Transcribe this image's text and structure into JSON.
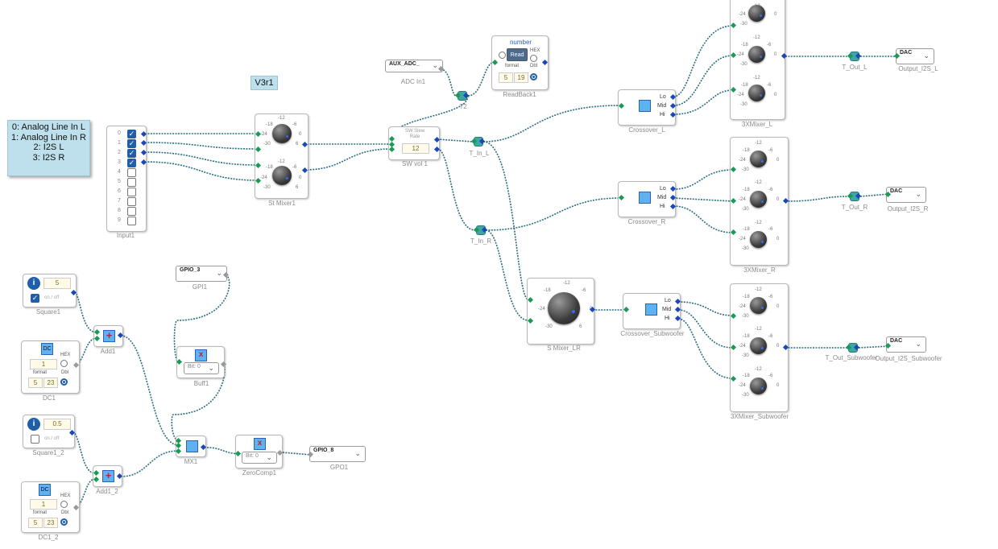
{
  "note": {
    "lines": [
      "0: Analog Line In L",
      "1: Analog Line In R",
      "2: I2S L",
      "3: I2S R"
    ]
  },
  "version_tag": "V3r1",
  "blocks": {
    "input": {
      "caption": "Input1",
      "channels": [
        "0",
        "1",
        "2",
        "3",
        "4",
        "5",
        "6",
        "7",
        "8",
        "9"
      ],
      "checked": [
        true,
        true,
        true,
        true,
        false,
        false,
        false,
        false,
        false,
        false
      ]
    },
    "st_mixer": {
      "caption": "St Mixer1"
    },
    "adc": {
      "value": "AUX_ADC_",
      "caption": "ADC In1"
    },
    "t2": {
      "caption": "T2"
    },
    "readback": {
      "title": "number",
      "read_label": "Read",
      "hex_label": "HEX",
      "format_label": "format",
      "dbl_label": "Dbl",
      "val_a": "5",
      "val_b": "19",
      "caption": "ReadBack1"
    },
    "sw_vol": {
      "label": "SW Slew Rate",
      "value": "12",
      "caption": "SW vol 1"
    },
    "t_in_l": {
      "caption": "T_In_L"
    },
    "t_in_r": {
      "caption": "T_In_R"
    },
    "crossover_l": {
      "caption": "Crossover_L",
      "outs": [
        "Lo",
        "Mid",
        "Hi"
      ]
    },
    "crossover_r": {
      "caption": "Crossover_R",
      "outs": [
        "Lo",
        "Mid",
        "Hi"
      ]
    },
    "crossover_sub": {
      "caption": "Crossover_Subwoofer",
      "outs": [
        "Lo",
        "Mid",
        "Hi"
      ]
    },
    "mixer3_l": {
      "caption": "3XMixer_L"
    },
    "mixer3_r": {
      "caption": "3XMixer_R"
    },
    "mixer3_sub": {
      "caption": "3XMixer_Subwoofer"
    },
    "s_mixer_lr": {
      "caption": "S Mixer_LR",
      "ticks": [
        "-18",
        "-12",
        "-6",
        "-24",
        "0",
        "-30",
        "6"
      ]
    },
    "t_out_l": {
      "caption": "T_Out_L"
    },
    "t_out_r": {
      "caption": "T_Out_R"
    },
    "t_out_sub": {
      "caption": "T_Out_Subwoofer"
    },
    "out_l": {
      "value": "DAC",
      "caption": "Output_I2S_L"
    },
    "out_r": {
      "value": "DAC",
      "caption": "Output_I2S_R"
    },
    "out_sub": {
      "value": "DAC",
      "caption": "Output_I2S_Subwoofer"
    },
    "square1": {
      "value": "5",
      "toggle": "on / off",
      "caption": "Square1"
    },
    "square1_2": {
      "value": "0.5",
      "toggle": "on / off",
      "caption": "Square1_2"
    },
    "dc1": {
      "value": "1",
      "hex_label": "HEX",
      "format_label": "format",
      "dbl_label": "Dbl",
      "val_a": "5",
      "val_b": "23",
      "caption": "DC1"
    },
    "dc1_2": {
      "value": "1",
      "hex_label": "HEX",
      "format_label": "format",
      "dbl_label": "Dbl",
      "val_a": "5",
      "val_b": "23",
      "caption": "DC1_2"
    },
    "add1": {
      "caption": "Add1"
    },
    "add1_2": {
      "caption": "Add1_2"
    },
    "gpi": {
      "value": "GPIO_3",
      "caption": "GPI1"
    },
    "buff": {
      "bit": "Bit: 0",
      "caption": "Buff1"
    },
    "mx": {
      "caption": "MX1"
    },
    "zerocomp": {
      "bit": "Bit: 0",
      "caption": "ZeroComp1"
    },
    "gpo": {
      "value": "GPIO_8",
      "caption": "GPO1"
    }
  },
  "knob_ticks": {
    "a": "-18",
    "b": "-12",
    "c": "-6",
    "d": "-24",
    "e": "0",
    "f": "-30",
    "g": "6"
  },
  "colors": {
    "wire": "#1a6a78",
    "input_pin": "#1a9a55",
    "output_pin": "#1a48b8",
    "note_bg": "#bde0ec",
    "knob_accent": "#2f6df0"
  }
}
